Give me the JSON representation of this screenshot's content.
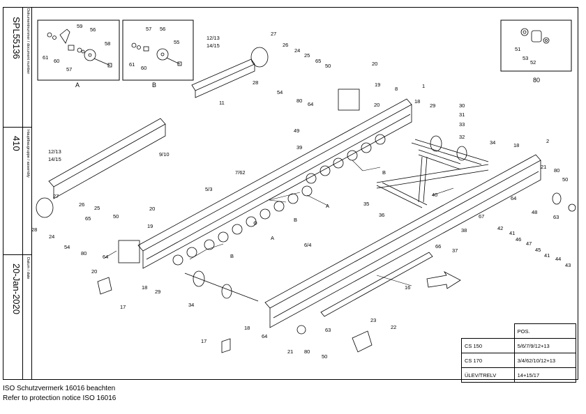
{
  "sidebar": {
    "doc_number": "SPL55136",
    "doc_number_label": "Dokumentnummer / document number",
    "assembly": "410",
    "assembly_label": "Hauptbaugruppe / assembly",
    "date": "20-Jan-2020",
    "date_label": "Datum / date"
  },
  "insets": {
    "a_label": "A",
    "b_label": "B",
    "c_label": "80"
  },
  "callouts": {
    "n61a": "61",
    "n60a": "60",
    "n59": "59",
    "n56a": "56",
    "n58": "58",
    "n57a": "57",
    "n61b": "61",
    "n60b": "60",
    "n57b": "57",
    "n56b": "56",
    "n55": "55",
    "n51": "51",
    "n53": "53",
    "n52": "52",
    "n1213a": "12/13",
    "n1415a": "14/15",
    "n27a": "27",
    "n26a": "26",
    "n24a": "24",
    "n25a": "25",
    "n65a": "65",
    "n50a": "50",
    "n28a": "28",
    "n54a": "54",
    "n80a": "80",
    "n64a": "64",
    "n20a": "20",
    "n19a": "19",
    "n11": "11",
    "n8": "8",
    "n1": "1",
    "n20b": "20",
    "n18a": "18",
    "n29a": "29",
    "n30": "30",
    "n31": "31",
    "n33": "33",
    "n32": "32",
    "n49": "49",
    "n39": "39",
    "n34a": "34",
    "n18b": "18",
    "n2": "2",
    "n910": "9/10",
    "n1213b": "12/13",
    "n1415b": "14/15",
    "n762": "7/62",
    "n53b": "5/3",
    "nB1": "B",
    "nB2": "B",
    "nB3": "B",
    "nA1": "A",
    "nA2": "A",
    "n27b": "27",
    "n26b": "26",
    "n25b": "25",
    "n28b": "28",
    "n24b": "24",
    "n50b": "50",
    "n65b": "65",
    "n54b": "54",
    "n80b": "80",
    "n64b": "64",
    "n20c": "20",
    "n19b": "19",
    "n20d": "20",
    "n18c": "18",
    "n29b": "29",
    "n17a": "17",
    "n34b": "34",
    "n21a": "21",
    "n80c": "80",
    "n50c": "50",
    "n40": "40",
    "n35": "35",
    "n36": "36",
    "n64c": "64",
    "n48": "48",
    "n63a": "63",
    "n67": "67",
    "n42": "42",
    "n41a": "41",
    "n46": "46",
    "n47": "47",
    "n45": "45",
    "n41b": "41",
    "n44": "44",
    "n43": "43",
    "n38": "38",
    "n66": "66",
    "n37": "37",
    "n64": "6/4",
    "n16": "16",
    "n18d": "18",
    "n64d": "64",
    "n21b": "21",
    "n80d": "80",
    "n50d": "50",
    "n63b": "63",
    "n23": "23",
    "n22": "22",
    "n17b": "17"
  },
  "pos_table": {
    "header": "POS.",
    "rows": [
      {
        "model": "CS 150",
        "pos": "5/6/7/9/12+13"
      },
      {
        "model": "CS 170",
        "pos": "3/4/62/10/12+13"
      },
      {
        "model": "ÜLEV/TRELV",
        "pos": "14+15/17"
      }
    ]
  },
  "footer": {
    "line1": "ISO Schutzvermerk 16016 beachten",
    "line2": "Refer to protection notice ISO 16016"
  }
}
